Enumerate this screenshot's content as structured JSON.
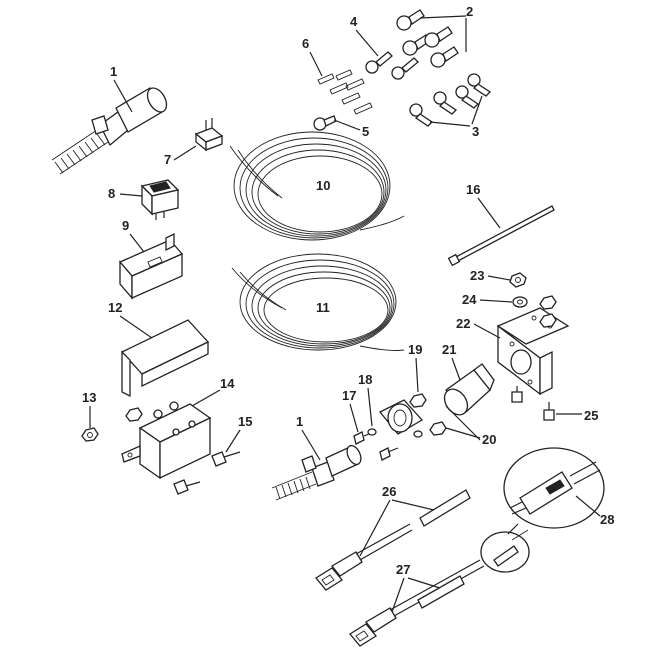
{
  "diagram": {
    "labels": {
      "1a": "1",
      "1b": "1",
      "2": "2",
      "3": "3",
      "4": "4",
      "5": "5",
      "6": "6",
      "7": "7",
      "8": "8",
      "9": "9",
      "10": "10",
      "11": "11",
      "12": "12",
      "13": "13",
      "14": "14",
      "15": "15",
      "16": "16",
      "17": "17",
      "18": "18",
      "19": "19",
      "20": "20",
      "21": "21",
      "22": "22",
      "23": "23",
      "24": "24",
      "25": "25",
      "26": "26",
      "27": "27",
      "28": "28"
    }
  }
}
